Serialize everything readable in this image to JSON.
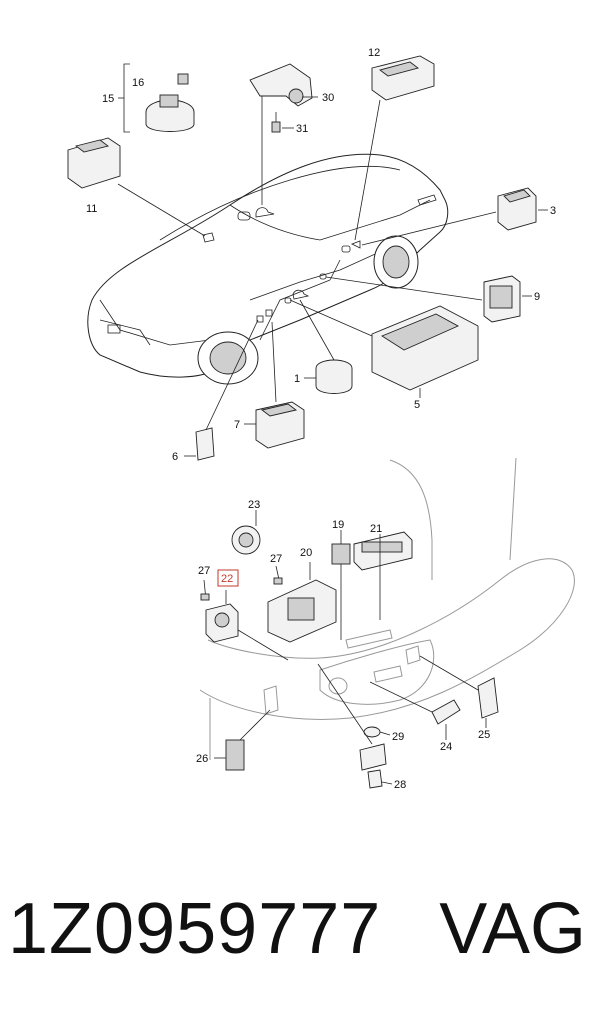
{
  "callouts": [
    {
      "id": "1",
      "label": "1"
    },
    {
      "id": "3",
      "label": "3"
    },
    {
      "id": "5",
      "label": "5"
    },
    {
      "id": "6",
      "label": "6"
    },
    {
      "id": "7",
      "label": "7"
    },
    {
      "id": "9",
      "label": "9"
    },
    {
      "id": "11",
      "label": "11"
    },
    {
      "id": "12",
      "label": "12"
    },
    {
      "id": "15",
      "label": "15"
    },
    {
      "id": "16",
      "label": "16"
    },
    {
      "id": "19",
      "label": "19"
    },
    {
      "id": "20",
      "label": "20"
    },
    {
      "id": "21",
      "label": "21"
    },
    {
      "id": "22",
      "label": "22"
    },
    {
      "id": "23",
      "label": "23"
    },
    {
      "id": "24",
      "label": "24"
    },
    {
      "id": "25",
      "label": "25"
    },
    {
      "id": "26",
      "label": "26"
    },
    {
      "id": "27a",
      "label": "27"
    },
    {
      "id": "27b",
      "label": "27"
    },
    {
      "id": "28",
      "label": "28"
    },
    {
      "id": "29",
      "label": "29"
    },
    {
      "id": "30",
      "label": "30"
    },
    {
      "id": "31",
      "label": "31"
    }
  ],
  "highlight_color": "#c0392b",
  "highlighted_callout": "22",
  "part_number": "1Z0959777",
  "brand": "VAG"
}
